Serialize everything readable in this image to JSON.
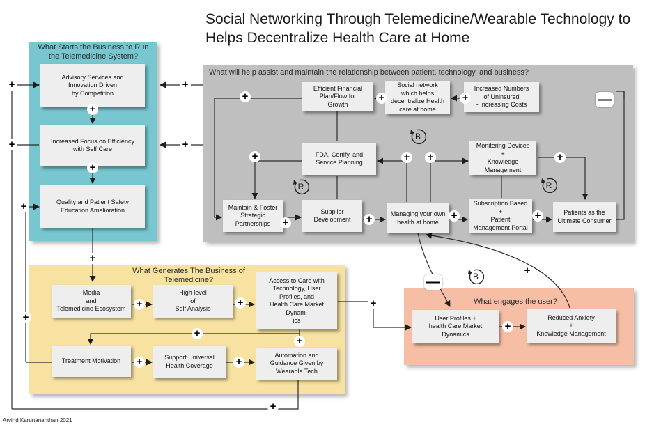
{
  "title": "Social Networking Through Telemedicine/Wearable Technology to Helps Decentralize Health Care at Home",
  "credit": "Arvind Karunananthan 2021",
  "panels": {
    "starts": "What Starts the Business to Run the Telemedicine System?",
    "maintain": "What will help assist and maintain the relationship between patient, technology, and business?",
    "generates": "What Generates The Business of Telemedicine?",
    "engages": "What engages the user?"
  },
  "nodes": {
    "advisory": "Advisory Services and\nInnovation Driven\nby Competition",
    "efficiency": "Increased Focus on Efficiency\nwith Self Care",
    "quality": "Quality and Patient Safety\nEducation Amelioration",
    "financial": "Efficient Financial\nPlan/Flow for\nGrowth",
    "social": "Social network\nwhich helps\ndecentralize Health\ncare at home",
    "uninsured": "Increased Numbers\nof Uninsured\n- Increasing Costs",
    "fda": "FDA, Certify, and\nService Planning",
    "monitoring": "Monitering Devices\n+\nKnowledge\nManagement",
    "maintain": "Maintain & Foster\nStrategic\nPartnerships",
    "supplier": "Supplier\nDevelopment",
    "managing": "Managing your own\nhealth at home",
    "subscription": "Subscription Based\n+\nPatient\nManagement Portal",
    "consumer": "Patients as the\nUltimate Consumer",
    "media": "Media\nand\nTelemedicine Ecosystem",
    "selfanalysis": "High level\nof\nSelf Analysis",
    "access": "Access to Care with\nTechnology, User\nProfiles, and\nHealth Care Market Dynam-\nics",
    "treatment": "Treatment Motivation",
    "coverage": "Support Universal\nHealth Coverage",
    "automation": "Automation and\nGuidance Given by\nWearable Tech",
    "userprofiles": "User Profiles +\nhealth Care Market Dynamics",
    "anxiety": "Reduced Anxiety\n+\nKnowledge Management"
  },
  "signs": {
    "plus": "+",
    "minus": "—"
  },
  "loops": [
    "B",
    "R",
    "R",
    "B"
  ],
  "colors": {
    "cyan": "#77c6d0",
    "grey": "#bfbfbf",
    "yellow": "#f7e2a2",
    "peach": "#f6bfa5",
    "box": "#eeeeee",
    "line": "#2b2b2b"
  }
}
